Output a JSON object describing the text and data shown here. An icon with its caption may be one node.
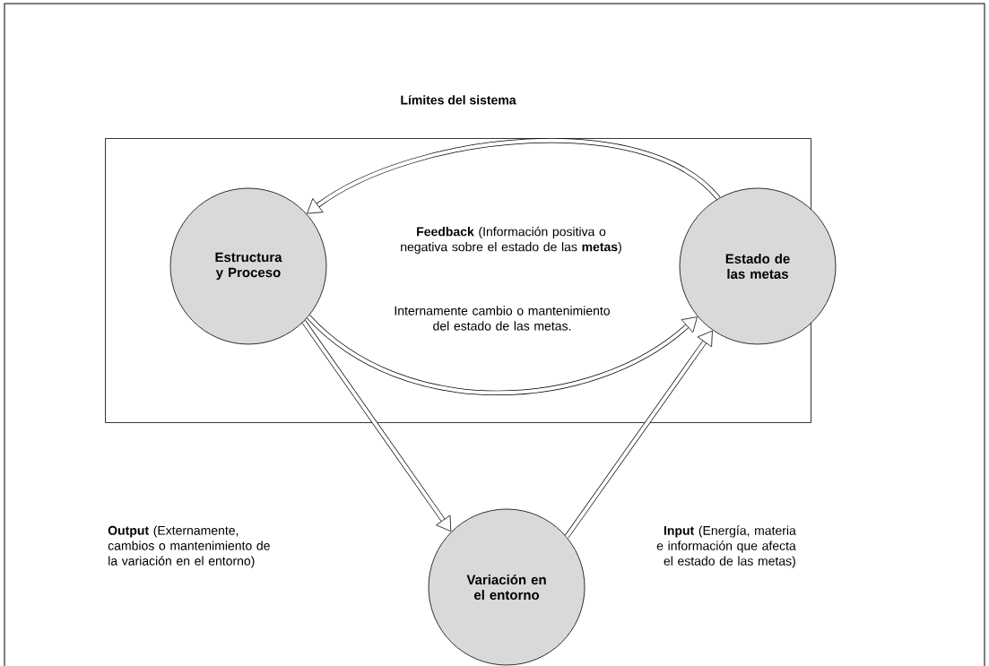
{
  "diagram": {
    "nodes": [
      {
        "text": [
          "Límites del sistema"
        ]
      },
      {
        "text": [
          "Estructura y Proceso"
        ],
        "in": 0
      },
      {
        "text": [
          "Estado de las metas"
        ]
      },
      {
        "text": [
          "Variación en el entorno"
        ]
      }
    ],
    "edges": [
      {
        "from": 2,
        "to": 1,
        "arrow": "to",
        "label": "**Feedback** (Información positiva o negativa sobre el estado de las **metas**)"
      },
      {
        "from": 1,
        "to": 2,
        "arrow": "to",
        "label": "Internamente cambio o mantenimiento del estado de las metas."
      },
      {
        "from": 1,
        "to": 3,
        "arrow": "to"
      },
      {
        "from": 3,
        "to": 2,
        "arrow": "to"
      }
    ],
    "labels": [
      "**Output** (Externamente, cambios o mantenimiento de la variación en el entorno)",
      "**Input** (Energía, materia e información que afecta el estado de las metas)"
    ]
  }
}
